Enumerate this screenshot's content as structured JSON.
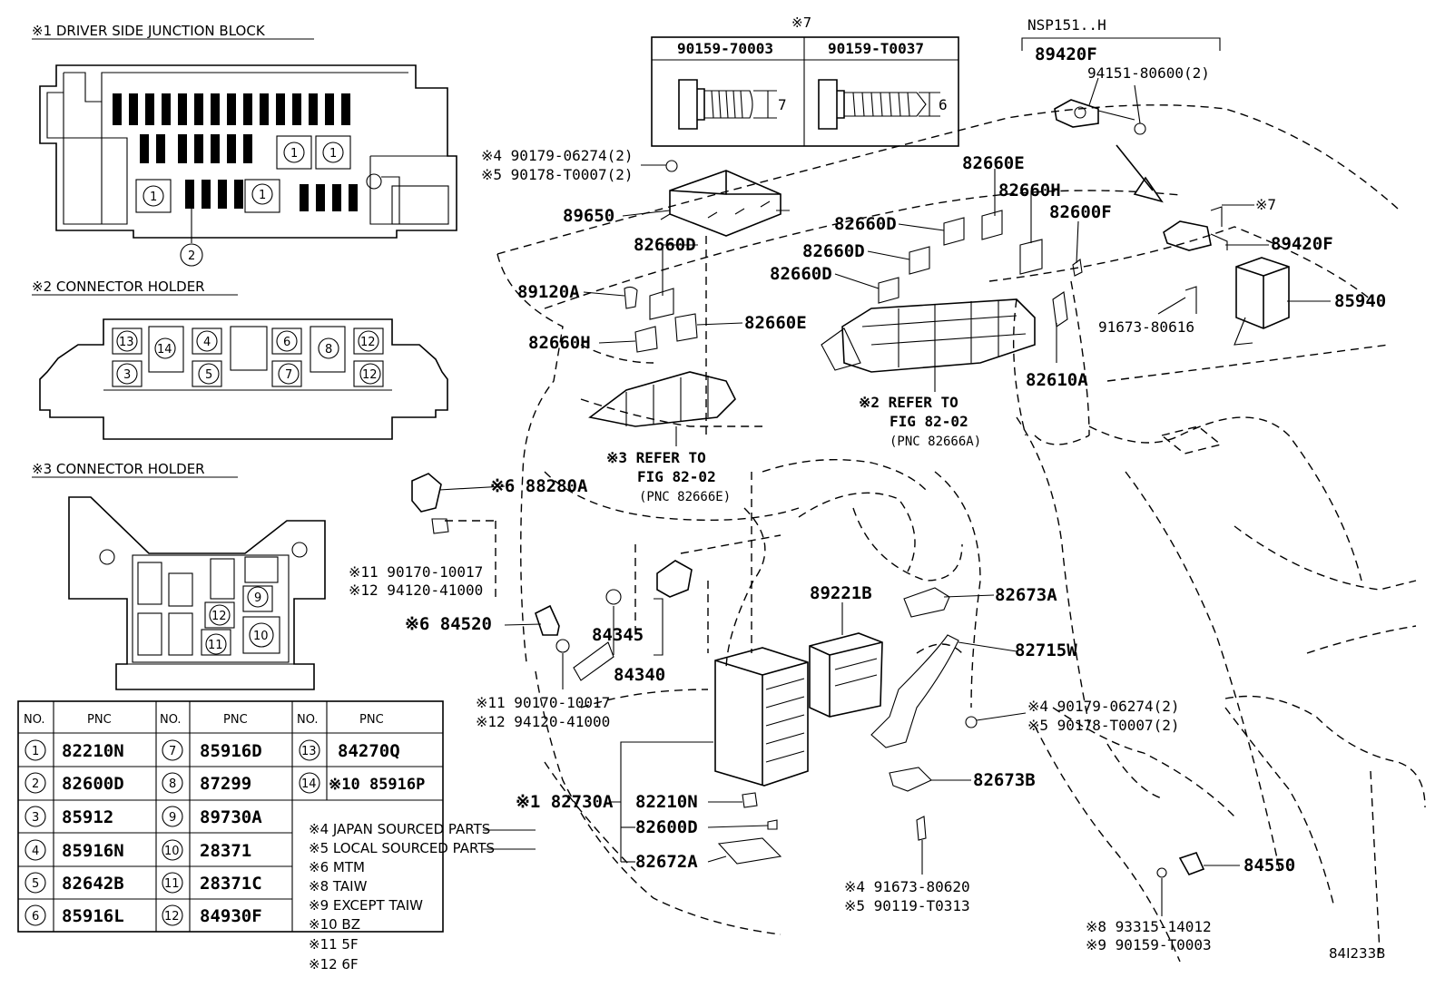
{
  "insets": {
    "jb_title": "※1 DRIVER SIDE JUNCTION BLOCK",
    "holder2_title": "※2 CONNECTOR HOLDER",
    "holder3_title": "※3 CONNECTOR HOLDER"
  },
  "callouts": {
    "c1": "1",
    "c2": "2",
    "c3": "3",
    "c4": "4",
    "c5": "5",
    "c6": "6",
    "c7": "7",
    "c8": "8",
    "c9": "9",
    "c10": "10",
    "c11": "11",
    "c12": "12",
    "c13": "13",
    "c14": "14"
  },
  "screws": {
    "note": "※7",
    "col1": "90159-70003",
    "col2": "90159-T0037",
    "dim1": "7",
    "dim2": "6"
  },
  "model": "NSP151..H",
  "labels": {
    "p89420F_a": "89420F",
    "p94151": "94151-80600(2)",
    "p89420F_b": "89420F",
    "note7": "※7",
    "p85940": "85940",
    "p91673_80616": "91673-80616",
    "p90179_a": "※4 90179-06274(2)",
    "p90178_a": "※5 90178-T0007(2)",
    "p89650": "89650",
    "p82660E_top": "82660E",
    "p82660H_top": "82660H",
    "p82600F": "82600F",
    "p82660D_1": "82660D",
    "p82660D_2": "82660D",
    "p82660D_3": "82660D",
    "p82660D_4": "82660D",
    "p89120A": "89120A",
    "p82660E": "82660E",
    "p82660H": "82660H",
    "p82610A": "82610A",
    "ref2_a": "※2 REFER TO",
    "ref2_b": "FIG 82-02",
    "ref2_c": "(PNC 82666A)",
    "ref3_a": "※3 REFER TO",
    "ref3_b": "FIG 82-02",
    "ref3_c": "(PNC 82666E)",
    "p88280A": "※6 88280A",
    "p90170_a": "※11 90170-10017",
    "p94120_a": "※12 94120-41000",
    "p84520": "※6 84520",
    "p84345": "84345",
    "p84340": "84340",
    "p90170_b": "※11 90170-10017",
    "p94120_b": "※12 94120-41000",
    "p89221B": "89221B",
    "p82673A": "82673A",
    "p82715W": "82715W",
    "p90179_b": "※4 90179-06274(2)",
    "p90178_b": "※5 90178-T0007(2)",
    "p82730A": "※1 82730A",
    "p82210N": "82210N",
    "p82600D": "82600D",
    "p82672A": "82672A",
    "p82673B": "82673B",
    "p91673_80620": "※4 91673-80620",
    "p90119": "※5 90119-T0313",
    "p84550": "84550",
    "p93315": "※8 93315-14012",
    "p90159_T0003": "※9 90159-T0003",
    "fig_id": "84I233B"
  },
  "table": {
    "headers": [
      "NO.",
      "PNC",
      "NO.",
      "PNC",
      "NO.",
      "PNC"
    ],
    "rows": [
      [
        "1",
        "82210N",
        "7",
        "85916D",
        "13",
        "84270Q"
      ],
      [
        "2",
        "82600D",
        "8",
        "87299",
        "14",
        "※10 85916P"
      ],
      [
        "3",
        "85912",
        "9",
        "89730A",
        "",
        ""
      ],
      [
        "4",
        "85916N",
        "10",
        "28371",
        "",
        ""
      ],
      [
        "5",
        "82642B",
        "11",
        "28371C",
        "",
        ""
      ],
      [
        "6",
        "85916L",
        "12",
        "84930F",
        "",
        ""
      ]
    ]
  },
  "notes": [
    "※4 JAPAN SOURCED PARTS",
    "※5 LOCAL SOURCED PARTS",
    "※6 MTM",
    "※8 TAIW",
    "※9 EXCEPT TAIW",
    "※10 BZ",
    "※11 5F",
    "※12 6F"
  ]
}
